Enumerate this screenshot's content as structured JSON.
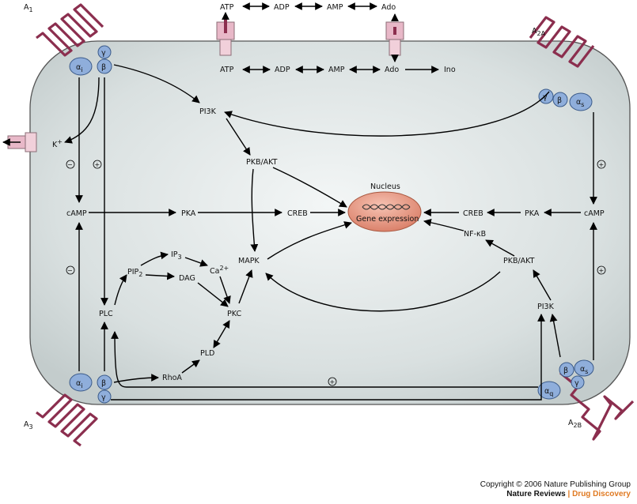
{
  "extracellular": {
    "top_row": [
      "ATP",
      "ADP",
      "AMP",
      "Ado"
    ],
    "inner_row": [
      "ATP",
      "ADP",
      "AMP",
      "Ado",
      "Ino"
    ]
  },
  "receptors": {
    "a1": "A",
    "a1_sub": "1",
    "a2a": "A",
    "a2a_sub": "2A",
    "a3": "A",
    "a3_sub": "3",
    "a2b": "A",
    "a2b_sub": "2B"
  },
  "gprotein": {
    "alpha": "α",
    "beta": "β",
    "gamma": "γ",
    "sub_i": "i",
    "sub_s": "s",
    "sub_q": "q"
  },
  "ions": {
    "k": "K",
    "k_sup": "+"
  },
  "signs": {
    "plus": "+",
    "minus": "−"
  },
  "nodes": {
    "pi3k_left": "PI3K",
    "pkb_left": "PKB/AKT",
    "camp_left": "cAMP",
    "pka_left": "PKA",
    "creb_left": "CREB",
    "nucleus": "Nucleus",
    "gene_expression": "Gene expression",
    "creb_right": "CREB",
    "pka_right": "PKA",
    "camp_right": "cAMP",
    "nfkb": "NF-κB",
    "pkb_right": "PKB/AKT",
    "pi3k_right": "PI3K",
    "mapk": "MAPK",
    "ip": "IP",
    "ip_sub": "3",
    "pip": "PIP",
    "pip_sub": "2",
    "dag": "DAG",
    "ca": "Ca",
    "ca_sup": "2+",
    "plc": "PLC",
    "pkc": "PKC",
    "pld": "PLD",
    "rhoa": "RhoA"
  },
  "footer": {
    "copyright": "Copyright © 2006 Nature Publishing Group",
    "journal": "Nature Reviews",
    "separator": "|",
    "section": "Drug Discovery"
  },
  "colors": {
    "cell_fill": "#d6dddd",
    "cell_stroke": "#555555",
    "receptor": "#8b2e4e",
    "gprotein": "#8faedb",
    "nucleus": "#e08e7a",
    "channel": "#e8b8c8",
    "accent": "#e07a22"
  }
}
